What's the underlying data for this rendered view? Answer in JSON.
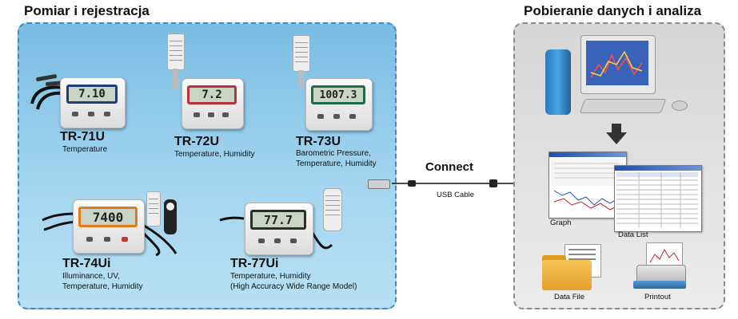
{
  "sections": {
    "left_title": "Pomiar i rejestracja",
    "right_title": "Pobieranie danych i analiza"
  },
  "devices": [
    {
      "model": "TR-71U",
      "desc": [
        "Temperature"
      ],
      "display": "7.10"
    },
    {
      "model": "TR-72U",
      "desc": [
        "Temperature, Humidity"
      ],
      "display": "7.2"
    },
    {
      "model": "TR-73U",
      "desc": [
        "Barometric Pressure,",
        "Temperature, Humidity"
      ],
      "display": "1007.3"
    },
    {
      "model": "TR-74Ui",
      "desc": [
        "Illuminance, UV,",
        "Temperature,  Humidity"
      ],
      "display": "7400"
    },
    {
      "model": "TR-77Ui",
      "desc": [
        "Temperature, Humidity",
        "(High Accuracy Wide Range Model)"
      ],
      "display": "77.7"
    }
  ],
  "connection": {
    "title": "Connect",
    "cable_label": "USB Cable"
  },
  "analysis": {
    "graph_label": "Graph",
    "data_list_label": "Data List",
    "data_file_label": "Data File",
    "printout_label": "Printout"
  },
  "colors": {
    "left_panel": "#8fcaea",
    "left_border": "#3f86c9",
    "right_panel": "#e0e0e0",
    "lcd_border_blue": "#1c3f78",
    "lcd_border_red": "#b8323a",
    "lcd_border_green": "#1f6b4a",
    "lcd_border_orange": "#e07b1a",
    "arrow": "#333333",
    "folder": "#f0b43a"
  },
  "icons": [
    "usb-plug-icon",
    "arrow-down-icon",
    "folder-icon",
    "printer-icon",
    "computer-icon"
  ]
}
